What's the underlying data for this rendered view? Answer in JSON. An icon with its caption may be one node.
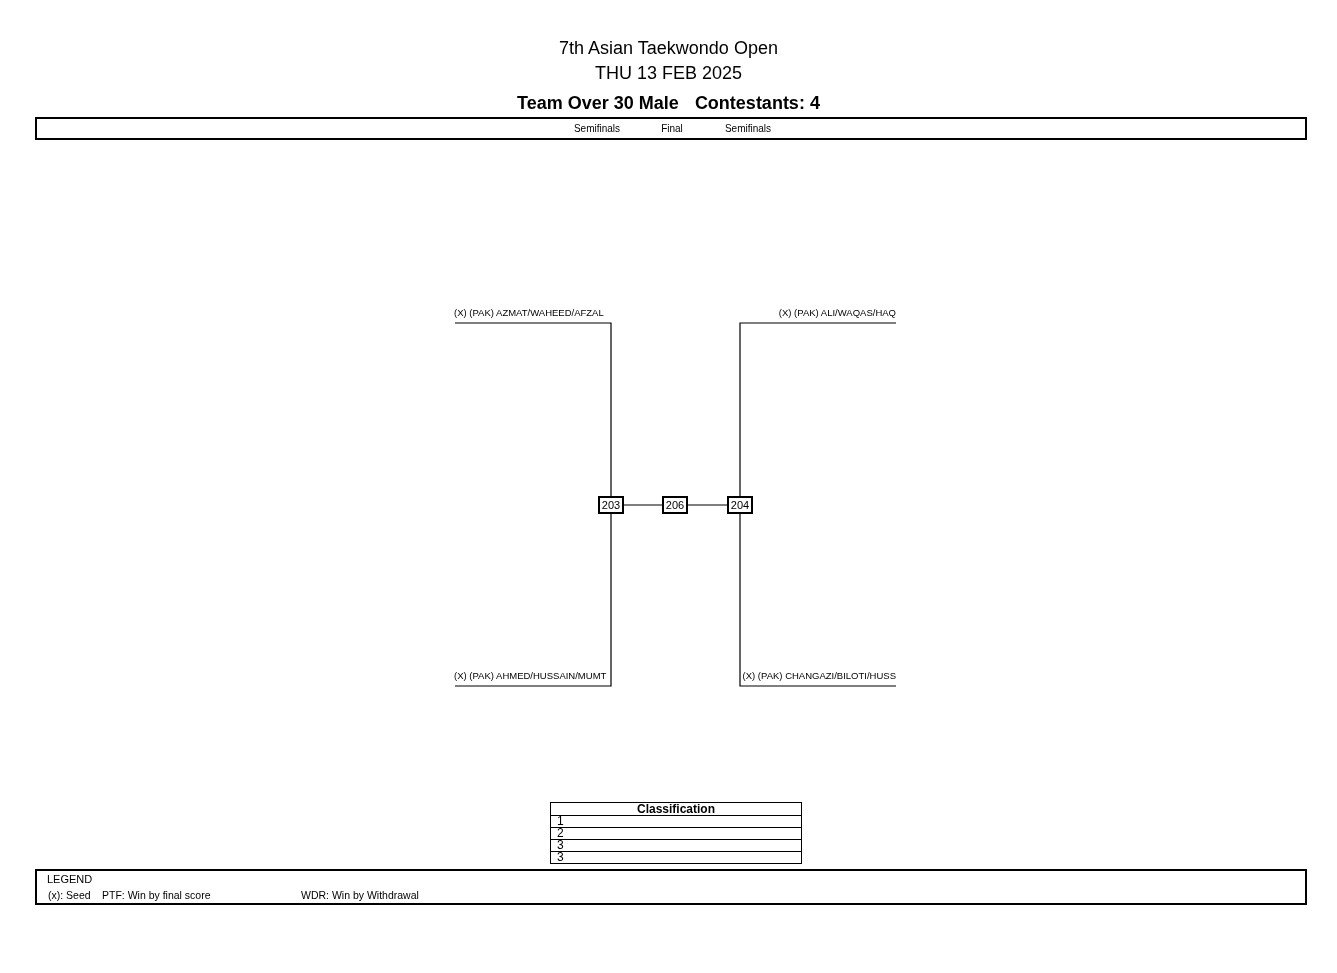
{
  "diagram": {
    "title": "7th Asian Taekwondo Open",
    "nodes": [
      {
        "text": [
          "(X) (PAK) AZMAT/WAHEED/AFZAL"
        ]
      },
      {
        "text": [
          "(X) (PAK) ALI/WAQAS/HAQ"
        ]
      },
      {
        "text": [
          "203"
        ]
      },
      {
        "text": [
          "206"
        ]
      },
      {
        "text": [
          "204"
        ]
      },
      {
        "text": [
          "(X) (PAK) AHMED/HUSSAIN/MUMT"
        ]
      },
      {
        "text": [
          "(X) (PAK) CHANGAZI/BILOTI/HUSS"
        ]
      }
    ],
    "edges": [
      {
        "from": 0,
        "to": 2,
        "arrow": "none"
      },
      {
        "from": 5,
        "to": 2,
        "arrow": "none"
      },
      {
        "from": 1,
        "to": 4,
        "arrow": "none"
      },
      {
        "from": 6,
        "to": 4,
        "arrow": "none"
      },
      {
        "from": 2,
        "to": 3,
        "arrow": "none"
      },
      {
        "from": 4,
        "to": 3,
        "arrow": "none"
      }
    ],
    "labels": [
      "THU 13 FEB 2025",
      "Team Over 30 Male",
      "Contestants: 4",
      "Semifinals",
      "Final",
      "Semifinals",
      "Classification",
      "1",
      "2",
      "3",
      "3",
      "LEGEND",
      "(x): Seed",
      "PTF: Win by final score",
      "WDR: Win by Withdrawal"
    ]
  }
}
